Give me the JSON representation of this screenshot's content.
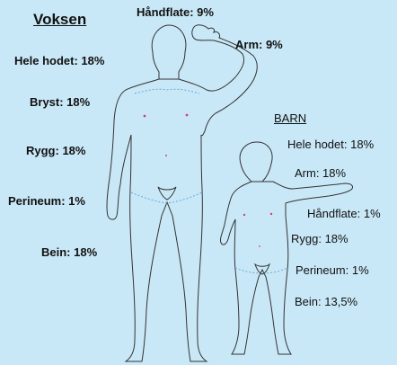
{
  "adult": {
    "title": "Voksen",
    "labels": {
      "palm": "Håndflate: 9%",
      "arm": "Arm: 9%",
      "head": "Hele hodet: 18%",
      "chest": "Bryst: 18%",
      "back": "Rygg: 18%",
      "perineum": "Perineum: 1%",
      "legs": "Bein: 18%"
    }
  },
  "child": {
    "title": "BARN",
    "labels": {
      "head": "Hele hodet: 18%",
      "arm": "Arm: 18%",
      "palm": "Håndflate: 1%",
      "back": "Rygg: 18%",
      "perineum": "Perineum: 1%",
      "legs": "Bein: 13,5%"
    }
  },
  "colors": {
    "background": "#c9e8f7",
    "outline": "#333333",
    "dotted_line": "#6aa8d6",
    "marker": "#d04080"
  }
}
